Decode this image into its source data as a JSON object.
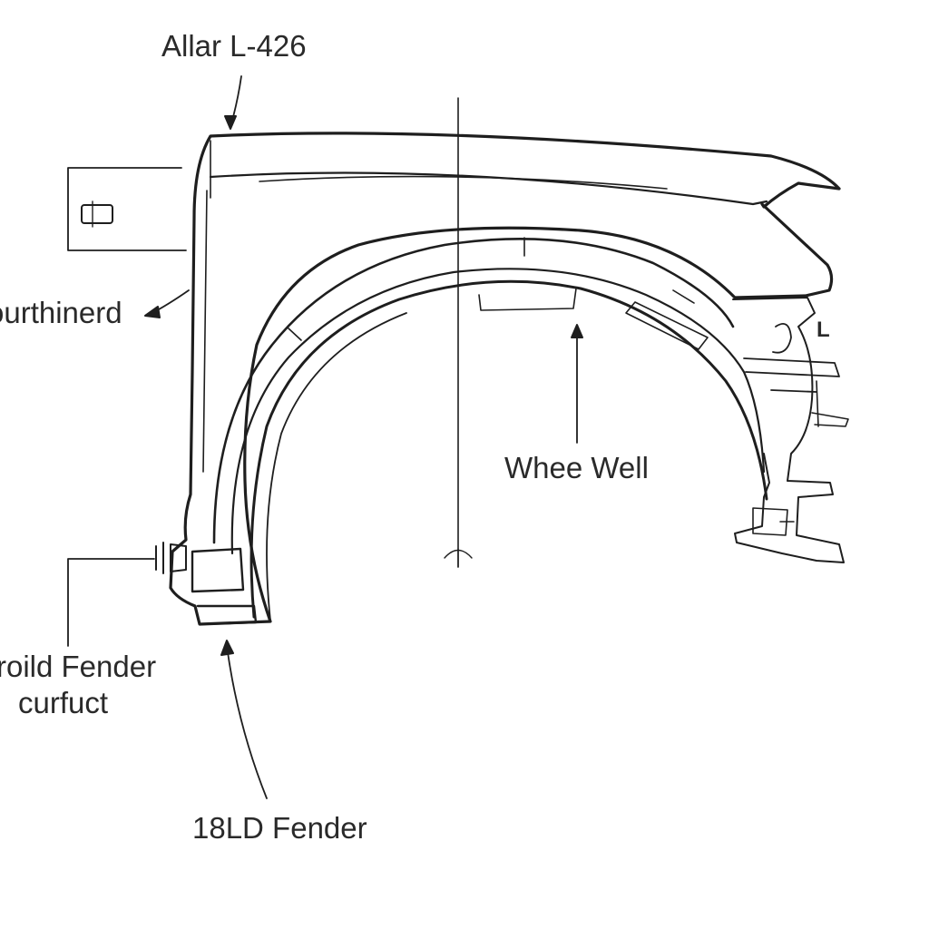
{
  "diagram": {
    "labels": {
      "top": "Allar L-426",
      "left": "ourthinerd",
      "front_line1": "roild Fender",
      "front_line2": "curfuct",
      "wheel_well": "Whee Well",
      "bottom": "18LD Fender",
      "side_mark": "L"
    },
    "colors": {
      "line": "#1e1e1e",
      "text": "#2a2a2a",
      "background": "#ffffff"
    }
  }
}
